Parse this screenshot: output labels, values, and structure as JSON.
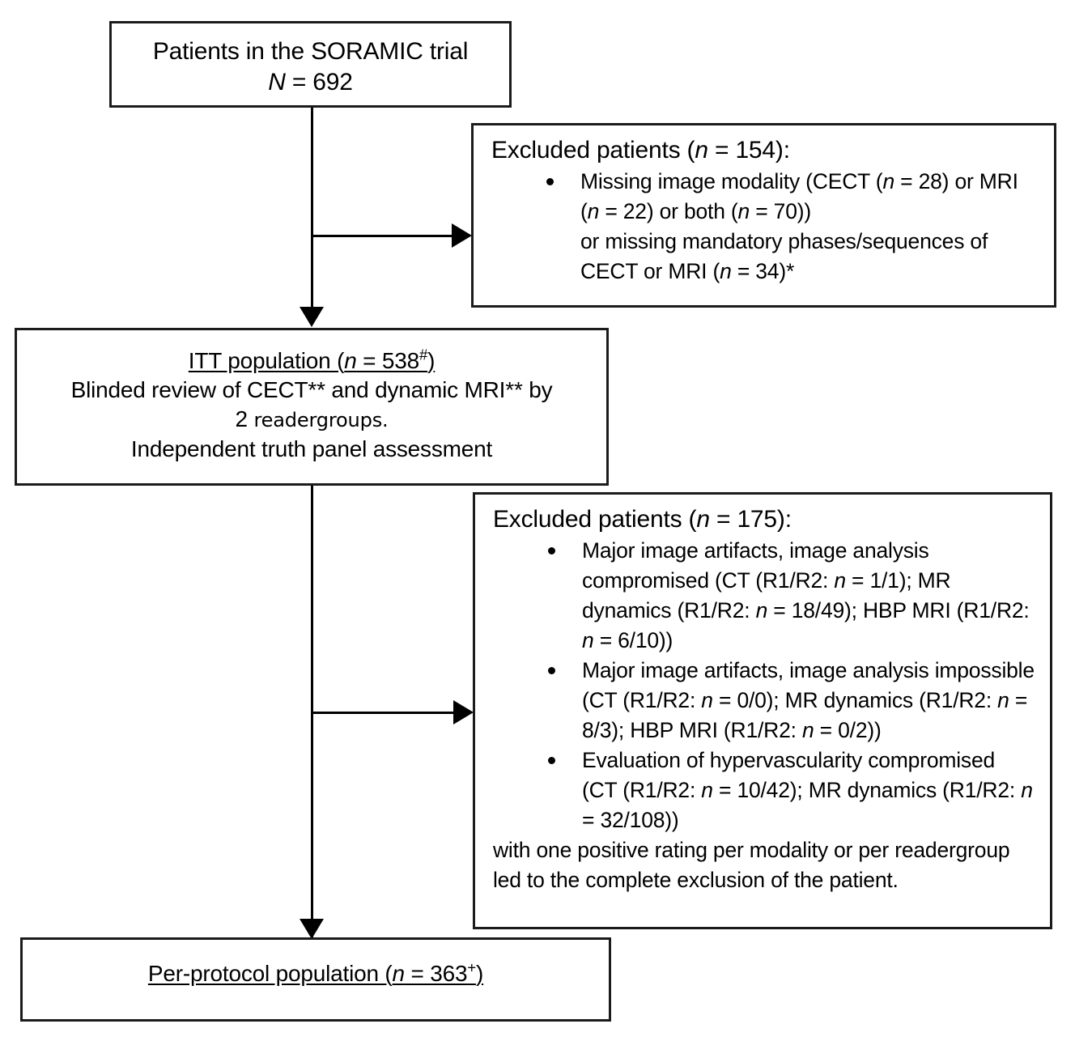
{
  "figure": {
    "type": "flowchart",
    "title": "SORAMIC trial patient flow diagram"
  },
  "nodes": {
    "enrolled": {
      "line1": "Patients in the SORAMIC trial",
      "n_label": "N",
      "n_eq": " = 692"
    },
    "excluded_1": {
      "heading_prefix": "Excluded patients (",
      "heading_n": "n",
      "heading_suffix": " = 154):",
      "bullets": [
        {
          "parts": [
            "Missing image modality (CECT (",
            "n",
            " = 28) or MRI (",
            "n",
            " = 22) or both (",
            "n",
            " = 70))"
          ],
          "line2": "or missing mandatory phases/sequences of CECT or MRI (",
          "line2_n": "n",
          "line2_suffix": " = 34)*"
        }
      ]
    },
    "itt": {
      "title_prefix": "ITT population (",
      "title_n": "n",
      "title_suffix": " = 538",
      "title_sup": "#",
      "title_close": ")",
      "line2": "Blinded review of CECT** and dynamic MRI** by",
      "line3_num": "2 ",
      "line3_alt": "readergroups.",
      "line4": "Independent truth panel assessment"
    },
    "excluded_2": {
      "heading_prefix": "Excluded patients (",
      "heading_n": "n",
      "heading_suffix": " = 175):",
      "bullets": [
        {
          "text": "Major image artifacts, image analysis compromised (CT (R1/R2: n = 1/1); MR dynamics (R1/R2: n = 18/49); HBP MRI (R1/R2: n = 6/10))"
        },
        {
          "text": "Major image artifacts, image analysis impossible (CT (R1/R2: n = 0/0); MR dynamics (R1/R2: n = 8/3); HBP MRI (R1/R2: n = 0/2))"
        },
        {
          "text": "Evaluation of hypervascularity compromised (CT (R1/R2: n = 10/42); MR dynamics (R1/R2: n = 32/108))"
        }
      ],
      "footer": "with one positive rating per modality or per readergroup led to the complete exclusion of the patient."
    },
    "per_protocol": {
      "title_prefix": "Per-protocol population (",
      "title_n": "n",
      "title_suffix": " = 363",
      "title_sup": "+",
      "title_close": ")"
    }
  },
  "connectors": [
    {
      "name": "enrolled-to-itt",
      "kind": "vertical-arrow"
    },
    {
      "name": "enrolled-to-excluded-1",
      "kind": "horizontal-arrow"
    },
    {
      "name": "itt-to-per-protocol",
      "kind": "vertical-arrow"
    },
    {
      "name": "itt-to-excluded-2",
      "kind": "horizontal-arrow"
    }
  ],
  "colors": {
    "stroke": "#1b1b1b",
    "fill": "#ffffff",
    "text": "#000000"
  }
}
